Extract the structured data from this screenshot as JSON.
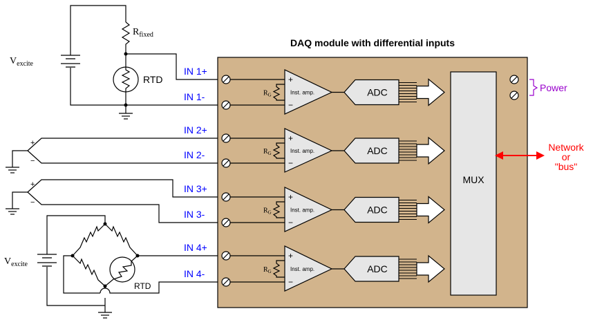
{
  "module": {
    "title": "DAQ module with differential inputs",
    "mux_label": "MUX",
    "adc_label": "ADC",
    "amp_label": "Inst. amp.",
    "rg_main": "R",
    "rg_sub": "G",
    "plus": "+",
    "minus": "−"
  },
  "inputs": [
    "IN 1+",
    "IN 1-",
    "IN 2+",
    "IN 2-",
    "IN 3+",
    "IN 3-",
    "IN 4+",
    "IN 4-"
  ],
  "power_label": "Power",
  "network": {
    "line1": "Network",
    "line2": "or",
    "line3": "\"bus\""
  },
  "circuit1": {
    "vexcite_main": "V",
    "vexcite_sub": "excite",
    "rfixed_main": "R",
    "rfixed_sub": "fixed",
    "rtd_label": "RTD"
  },
  "circuit4": {
    "vexcite_main": "V",
    "vexcite_sub": "excite",
    "rtd_label": "RTD"
  },
  "thermocouple": {
    "plus": "+",
    "minus": "−"
  },
  "colors": {
    "module_fill": "#d2b48c",
    "input_label": "#0000ff",
    "power": "#9900cc",
    "network": "#ff0000",
    "mux_fill": "#e6e6e6",
    "adc_fill": "#e6e6e6"
  }
}
